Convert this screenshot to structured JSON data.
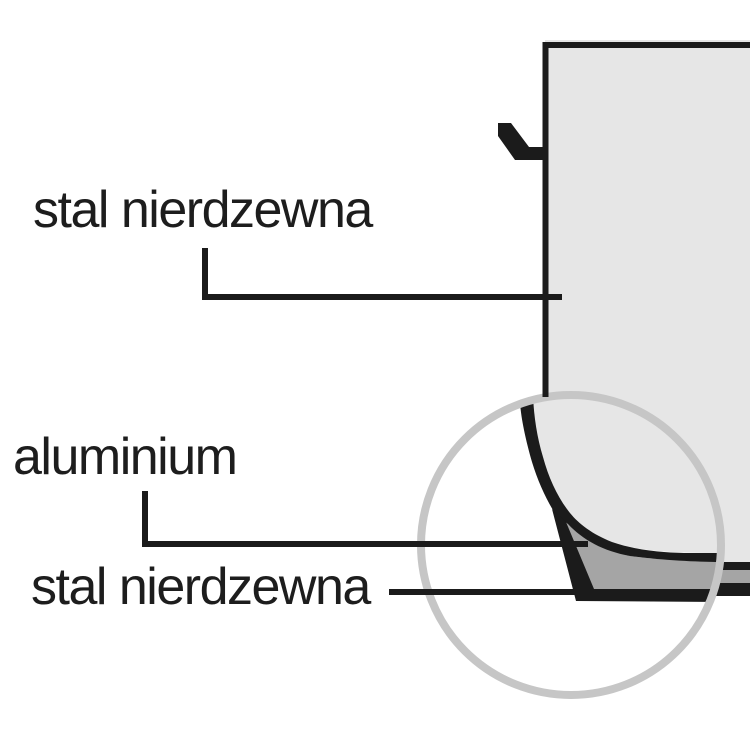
{
  "diagram": {
    "background": "#ffffff",
    "colors": {
      "steel_outline": "#1b1b1b",
      "pot_body": "#e6e6e6",
      "aluminium": "#a5a5a5",
      "ring": "#c6c6c6",
      "text": "#1d1d1d"
    },
    "labels": {
      "wall": "stal nierdzewna",
      "core": "aluminium",
      "bottom": "stal nierdzewna"
    }
  }
}
